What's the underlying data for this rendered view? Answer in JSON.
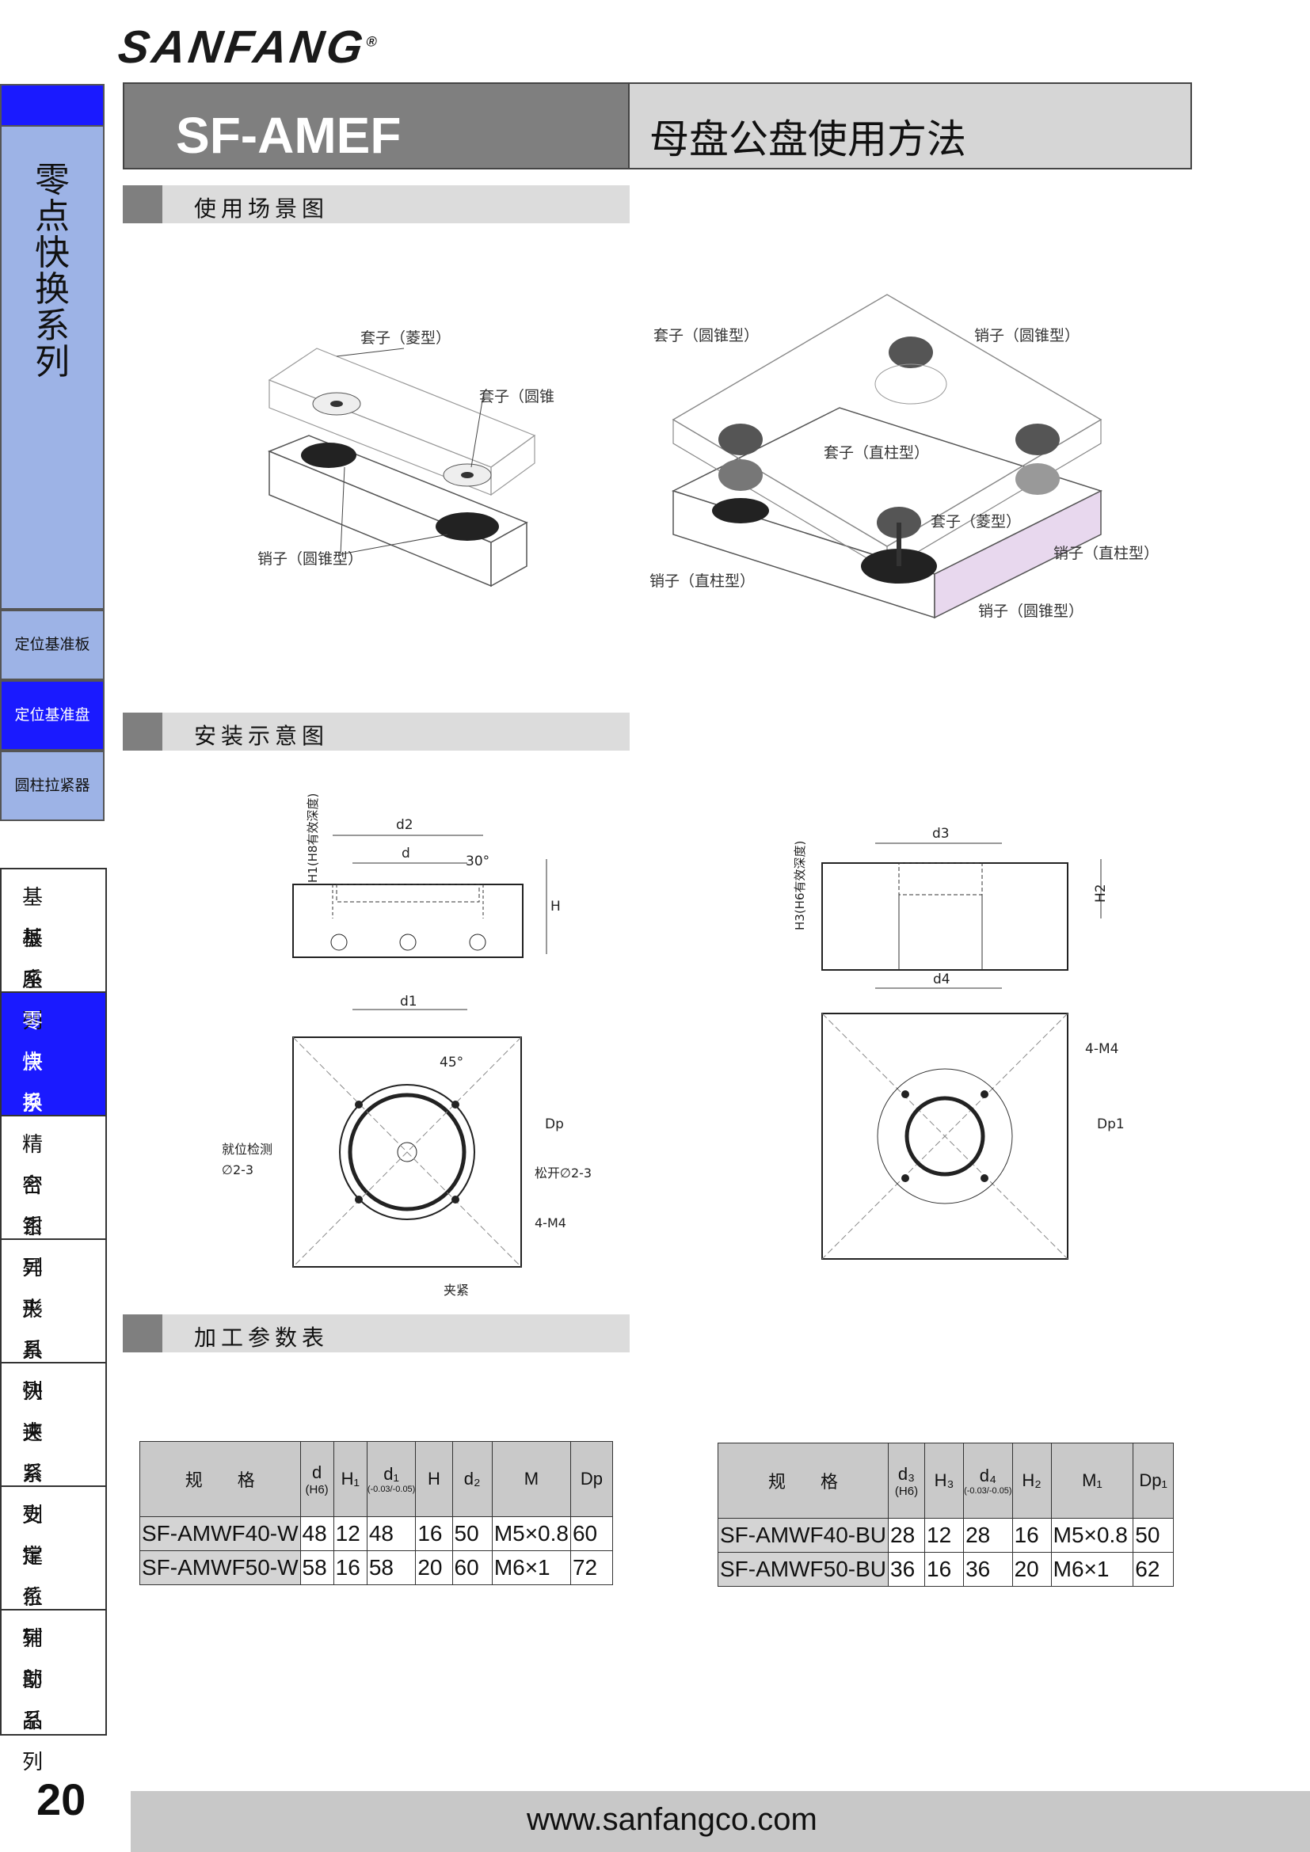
{
  "brand": {
    "logo": "SANFANG",
    "reg": "®"
  },
  "header": {
    "code": "SF-AMEF",
    "title": "母盘公盘使用方法"
  },
  "sidebar": {
    "series_title": "零点快换系列",
    "items": [
      {
        "label": "定位基准板",
        "active": false
      },
      {
        "label": "定位基准盘",
        "active": true
      },
      {
        "label": "圆柱拉紧器",
        "active": false
      }
    ],
    "categories": [
      {
        "lines": [
          "基板",
          "基座",
          "系列"
        ],
        "active": false
      },
      {
        "lines": [
          "零点",
          "快换",
          "系列"
        ],
        "active": true
      },
      {
        "lines": [
          "精密",
          "台钳",
          "系列"
        ],
        "active": false
      },
      {
        "lines": [
          "异形",
          "夹具",
          "系列"
        ],
        "active": false
      },
      {
        "lines": [
          "快速",
          "夹紧",
          "系列"
        ],
        "active": false
      },
      {
        "lines": [
          "支撑",
          "定位",
          "系列"
        ],
        "active": false
      },
      {
        "lines": [
          "辅助",
          "部品",
          "系列"
        ],
        "active": false
      }
    ]
  },
  "sections": {
    "scene": "使用场景图",
    "install": "安装示意图",
    "params": "加工参数表"
  },
  "scene_labels": {
    "left": {
      "sleeve_diamond": "套子（菱型）",
      "sleeve_cone": "套子（圆锥型）",
      "pin_cone": "销子（圆锥型）"
    },
    "right": {
      "sleeve_cone_l": "套子（圆锥型）",
      "pin_cone_r": "销子（圆锥型）",
      "sleeve_straight": "套子（直柱型）",
      "sleeve_diamond": "套子（菱型）",
      "pin_straight_r": "销子（直柱型）",
      "pin_straight_l": "销子（直柱型）",
      "pin_cone_b": "销子（圆锥型）"
    }
  },
  "install_labels": {
    "left": {
      "d2": "d2",
      "d": "d",
      "angle": "30°",
      "h1": "H1(H8有效深度)",
      "h": "H",
      "d1": "d1",
      "angle45": "45°",
      "dp": "Dp",
      "locate_hole": "就位检测",
      "locate_dia": "∅2-3",
      "release": "松开∅2-3",
      "m4": "4-M4",
      "clamp": "夹紧"
    },
    "right": {
      "d3": "d3",
      "h3": "H3(H6有效深度)",
      "h2": "H2",
      "d4": "d4",
      "m4": "4-M4",
      "dp1": "Dp1"
    }
  },
  "table_left": {
    "headers": [
      {
        "main": "规　　格",
        "sub": ""
      },
      {
        "main": "d",
        "sub": "(H6)"
      },
      {
        "main": "H₁",
        "sub": ""
      },
      {
        "main": "d₁",
        "sub": "(-0.03/-0.05)"
      },
      {
        "main": "H",
        "sub": ""
      },
      {
        "main": "d₂",
        "sub": ""
      },
      {
        "main": "M",
        "sub": ""
      },
      {
        "main": "Dp",
        "sub": ""
      }
    ],
    "rows": [
      [
        "SF-AMWF40-W",
        "48",
        "12",
        "48",
        "16",
        "50",
        "M5×0.8",
        "60"
      ],
      [
        "SF-AMWF50-W",
        "58",
        "16",
        "58",
        "20",
        "60",
        "M6×1",
        "72"
      ]
    ]
  },
  "table_right": {
    "headers": [
      {
        "main": "规　　格",
        "sub": ""
      },
      {
        "main": "d₃",
        "sub": "(H6)"
      },
      {
        "main": "H₃",
        "sub": ""
      },
      {
        "main": "d₄",
        "sub": "(-0.03/-0.05)"
      },
      {
        "main": "H₂",
        "sub": ""
      },
      {
        "main": "M₁",
        "sub": ""
      },
      {
        "main": "Dp₁",
        "sub": ""
      }
    ],
    "rows": [
      [
        "SF-AMWF40-BU",
        "28",
        "12",
        "28",
        "16",
        "M5×0.8",
        "50"
      ],
      [
        "SF-AMWF50-BU",
        "36",
        "16",
        "36",
        "20",
        "M6×1",
        "62"
      ]
    ]
  },
  "footer": {
    "page": "20",
    "url": "www.sanfangco.com"
  }
}
